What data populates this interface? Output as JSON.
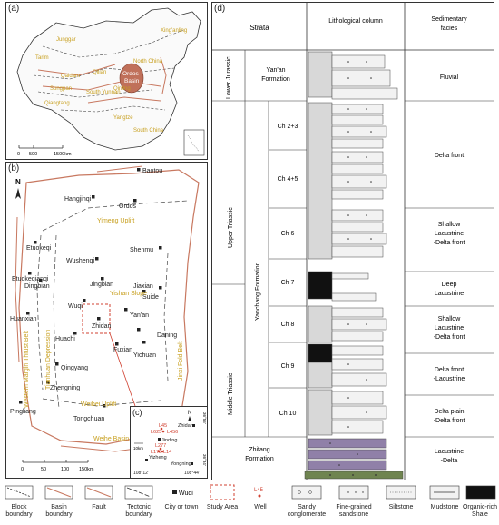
{
  "panels": {
    "a": "(a)",
    "b": "(b)",
    "c": "(c)",
    "d": "(d)"
  },
  "map_a": {
    "regions": [
      "Junggar",
      "Xing'anling",
      "Tarim",
      "North China",
      "Ordos",
      "Basin",
      "Qaidam",
      "Qilian",
      "Qinling",
      "Songpan",
      "South Yunnan",
      "Qiangtang",
      "Yangtze",
      "South China"
    ],
    "scale": [
      "0",
      "500",
      "1500km"
    ]
  },
  "map_b": {
    "north": "N",
    "places": [
      "Baotou",
      "Hangjinqi",
      "Ordos",
      "Etuokeqi",
      "Shenmu",
      "Wushenqi",
      "Etuokeqianqi",
      "Jiaxian",
      "Dingbian",
      "Jingbian",
      "Suide",
      "Wuqi",
      "Huanxian",
      "Zhidan",
      "Yan'an",
      "Huachi",
      "Fuxian",
      "Daning",
      "Yichuan",
      "Qingyang",
      "Zhengning",
      "Pingliang",
      "Tongchuan"
    ],
    "structures": [
      "Yimeng Uplift",
      "Yishan Slope",
      "Tianhuan Depression",
      "Western Margin Thrust Belt",
      "Jinxi Fold Belt",
      "Weibei Uplift",
      "Weihe Basin"
    ],
    "scale": [
      "0",
      "50",
      "100",
      "150km"
    ]
  },
  "inset_c": {
    "north": "N",
    "lat_top": "36°56'",
    "lat_bottom": "36°34'",
    "lon_left": "108°12'",
    "lon_right": "108°44'",
    "scale": "10km",
    "wells": [
      "L45",
      "L625",
      "L456",
      "L277",
      "L173",
      "L14"
    ],
    "places": [
      "Zhidan",
      "Jinding",
      "Yizheng",
      "Yongning"
    ]
  },
  "strat": {
    "headers": {
      "strata": "Strata",
      "litho": "Lithological column",
      "facies": "Sedimentary facies"
    },
    "periods": [
      "Lower Jurassic",
      "Upper Triassic",
      "Middle Triassic"
    ],
    "formations": [
      "Yan'an Formation",
      "Yanchang Formation",
      "Zhifang Formation"
    ],
    "members": [
      "Ch 2+3",
      "Ch 4+5",
      "Ch 6",
      "Ch 7",
      "Ch 8",
      "Ch 9",
      "Ch 10"
    ],
    "facies": [
      "Fluvial",
      "Delta front",
      "Shallow",
      "Lacustrine",
      "-Delta front",
      "Deep",
      "Lacustrine",
      "Shallow",
      "Lacustrine",
      "-Delta front",
      "Delta front",
      "-Lacustrine",
      "Delta plain",
      "-Delta front",
      "Lacustrine",
      "-Delta"
    ]
  },
  "legend": [
    "Block boundary",
    "Basin boundary",
    "Fault",
    "Tectonic boundary",
    "City or town",
    "Study Area",
    "Well",
    "Sandy conglomerate",
    "Fine-grained sandstone",
    "Siltstone",
    "Mudstone",
    "Organic-rich Shale"
  ],
  "legend_samples": {
    "city": "Wuqi",
    "well": "L45"
  },
  "colors": {
    "structure_label": "#c8a020",
    "fault": "#c87860",
    "basin": "#c87860",
    "ordos_fill": "#c0705a",
    "study": "#d04030",
    "mudstone_purple": "#9080a8",
    "basal_green": "#6f8450"
  }
}
